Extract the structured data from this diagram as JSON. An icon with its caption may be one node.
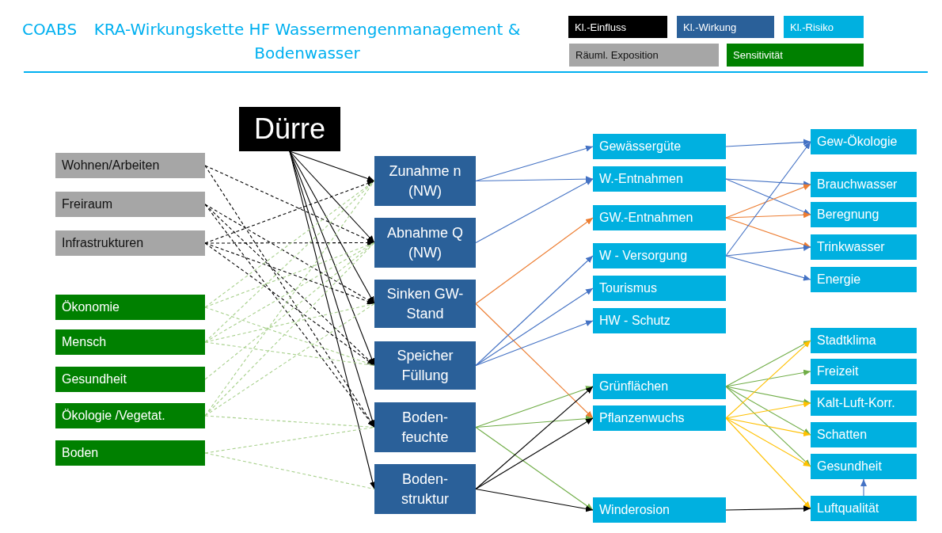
{
  "diagram": {
    "title": "KRA-Wirkungskette HF Wassermengenmanagement & Bodenwasser",
    "nodes": [
      {
        "text": [
          "Dürre"
        ]
      },
      {
        "text": [
          "Wohnen/Arbeiten"
        ]
      },
      {
        "text": [
          "Freiraum"
        ]
      },
      {
        "text": [
          "Infrastrukturen"
        ]
      },
      {
        "text": [
          "Ökonomie"
        ]
      },
      {
        "text": [
          "Mensch"
        ]
      },
      {
        "text": [
          "Gesundheit"
        ]
      },
      {
        "text": [
          "Ökologie /Vegetat."
        ]
      },
      {
        "text": [
          "Boden"
        ]
      },
      {
        "text": [
          "Zunahme n (NW)"
        ]
      },
      {
        "text": [
          "Abnahme Q (NW)"
        ]
      },
      {
        "text": [
          "Sinken GW-Stand"
        ]
      },
      {
        "text": [
          "Speicher Füllung"
        ]
      },
      {
        "text": [
          "Boden-feuchte"
        ]
      },
      {
        "text": [
          "Boden-struktur"
        ]
      },
      {
        "text": [
          "Gewässergüte"
        ]
      },
      {
        "text": [
          "W.-Entnahmen"
        ]
      },
      {
        "text": [
          "GW.-Entnahmen"
        ]
      },
      {
        "text": [
          "W - Versorgung"
        ]
      },
      {
        "text": [
          "Tourismus"
        ]
      },
      {
        "text": [
          "HW - Schutz"
        ]
      },
      {
        "text": [
          "Grünflächen"
        ]
      },
      {
        "text": [
          "Pflanzenwuchs"
        ]
      },
      {
        "text": [
          "Winderosion"
        ]
      },
      {
        "text": [
          "Gew-Ökologie"
        ]
      },
      {
        "text": [
          "Brauchwasser"
        ]
      },
      {
        "text": [
          "Beregnung"
        ]
      },
      {
        "text": [
          "Trinkwasser"
        ]
      },
      {
        "text": [
          "Energie"
        ]
      },
      {
        "text": [
          "Stadtklima"
        ]
      },
      {
        "text": [
          "Freizeit"
        ]
      },
      {
        "text": [
          "Kalt-Luft-Korr."
        ]
      },
      {
        "text": [
          "Schatten"
        ]
      },
      {
        "text": [
          "Gesundheit"
        ]
      },
      {
        "text": [
          "Luftqualität"
        ]
      }
    ],
    "edges": [
      {
        "from": 0,
        "to": 9,
        "arrow": "to"
      },
      {
        "from": 0,
        "to": 10,
        "arrow": "to"
      },
      {
        "from": 0,
        "to": 11,
        "arrow": "to"
      },
      {
        "from": 0,
        "to": 12,
        "arrow": "to"
      },
      {
        "from": 0,
        "to": 13,
        "arrow": "to"
      },
      {
        "from": 0,
        "to": 14,
        "arrow": "to"
      },
      {
        "from": 1,
        "to": 10,
        "arrow": "to",
        "style": "dashed"
      },
      {
        "from": 1,
        "to": 13,
        "arrow": "to",
        "style": "dashed"
      },
      {
        "from": 2,
        "to": 11,
        "arrow": "to",
        "style": "dashed"
      },
      {
        "from": 2,
        "to": 12,
        "arrow": "to",
        "style": "dashed"
      },
      {
        "from": 2,
        "to": 13,
        "arrow": "to",
        "style": "dashed"
      },
      {
        "from": 3,
        "to": 9,
        "arrow": "to",
        "style": "dashed"
      },
      {
        "from": 3,
        "to": 10,
        "arrow": "to",
        "style": "dashed"
      },
      {
        "from": 3,
        "to": 11,
        "arrow": "to",
        "style": "dashed"
      },
      {
        "from": 3,
        "to": 12,
        "arrow": "to",
        "style": "dashed"
      },
      {
        "from": 4,
        "to": 9,
        "arrow": "none",
        "style": "dashed",
        "color": "#a9d18e"
      },
      {
        "from": 4,
        "to": 10,
        "arrow": "none",
        "style": "dashed",
        "color": "#a9d18e"
      },
      {
        "from": 4,
        "to": 12,
        "arrow": "none",
        "style": "dashed",
        "color": "#a9d18e"
      },
      {
        "from": 5,
        "to": 9,
        "arrow": "none",
        "style": "dashed",
        "color": "#a9d18e"
      },
      {
        "from": 5,
        "to": 10,
        "arrow": "none",
        "style": "dashed",
        "color": "#a9d18e"
      },
      {
        "from": 5,
        "to": 11,
        "arrow": "none",
        "style": "dashed",
        "color": "#a9d18e"
      },
      {
        "from": 5,
        "to": 12,
        "arrow": "none",
        "style": "dashed",
        "color": "#a9d18e"
      },
      {
        "from": 6,
        "to": 10,
        "arrow": "none",
        "style": "dashed",
        "color": "#a9d18e"
      },
      {
        "from": 7,
        "to": 9,
        "arrow": "none",
        "style": "dashed",
        "color": "#a9d18e"
      },
      {
        "from": 7,
        "to": 10,
        "arrow": "none",
        "style": "dashed",
        "color": "#a9d18e"
      },
      {
        "from": 7,
        "to": 11,
        "arrow": "none",
        "style": "dashed",
        "color": "#a9d18e"
      },
      {
        "from": 7,
        "to": 13,
        "arrow": "none",
        "style": "dashed",
        "color": "#a9d18e"
      },
      {
        "from": 8,
        "to": 13,
        "arrow": "none",
        "style": "dashed",
        "color": "#a9d18e"
      },
      {
        "from": 8,
        "to": 14,
        "arrow": "none",
        "style": "dashed",
        "color": "#a9d18e"
      },
      {
        "from": 9,
        "to": 15,
        "arrow": "to",
        "color": "#4472c4"
      },
      {
        "from": 9,
        "to": 16,
        "arrow": "to",
        "color": "#4472c4"
      },
      {
        "from": 10,
        "to": 16,
        "arrow": "to",
        "color": "#4472c4"
      },
      {
        "from": 11,
        "to": 17,
        "arrow": "to",
        "color": "#ed7d31"
      },
      {
        "from": 11,
        "to": 22,
        "arrow": "to",
        "color": "#ed7d31"
      },
      {
        "from": 12,
        "to": 18,
        "arrow": "to",
        "color": "#4472c4"
      },
      {
        "from": 12,
        "to": 19,
        "arrow": "to",
        "color": "#4472c4"
      },
      {
        "from": 12,
        "to": 20,
        "arrow": "to",
        "color": "#4472c4"
      },
      {
        "from": 13,
        "to": 21,
        "arrow": "to",
        "color": "#70ad47"
      },
      {
        "from": 13,
        "to": 22,
        "arrow": "to",
        "color": "#70ad47"
      },
      {
        "from": 13,
        "to": 23,
        "arrow": "to",
        "color": "#70ad47"
      },
      {
        "from": 14,
        "to": 21,
        "arrow": "to"
      },
      {
        "from": 14,
        "to": 22,
        "arrow": "to"
      },
      {
        "from": 14,
        "to": 23,
        "arrow": "to"
      },
      {
        "from": 15,
        "to": 24,
        "arrow": "to",
        "color": "#4472c4"
      },
      {
        "from": 16,
        "to": 25,
        "arrow": "to",
        "color": "#4472c4"
      },
      {
        "from": 16,
        "to": 26,
        "arrow": "to",
        "color": "#4472c4"
      },
      {
        "from": 17,
        "to": 25,
        "arrow": "to",
        "color": "#ed7d31"
      },
      {
        "from": 17,
        "to": 26,
        "arrow": "to",
        "color": "#ed7d31"
      },
      {
        "from": 17,
        "to": 27,
        "arrow": "to",
        "color": "#ed7d31"
      },
      {
        "from": 18,
        "to": 24,
        "arrow": "to",
        "color": "#4472c4"
      },
      {
        "from": 18,
        "to": 27,
        "arrow": "to",
        "color": "#4472c4"
      },
      {
        "from": 18,
        "to": 28,
        "arrow": "to",
        "color": "#4472c4"
      },
      {
        "from": 21,
        "to": 29,
        "arrow": "to",
        "color": "#70ad47"
      },
      {
        "from": 21,
        "to": 30,
        "arrow": "to",
        "color": "#70ad47"
      },
      {
        "from": 21,
        "to": 31,
        "arrow": "to",
        "color": "#70ad47"
      },
      {
        "from": 21,
        "to": 32,
        "arrow": "to",
        "color": "#70ad47"
      },
      {
        "from": 21,
        "to": 33,
        "arrow": "to",
        "color": "#70ad47"
      },
      {
        "from": 22,
        "to": 29,
        "arrow": "to",
        "color": "#ffc000"
      },
      {
        "from": 22,
        "to": 31,
        "arrow": "to",
        "color": "#ffc000"
      },
      {
        "from": 22,
        "to": 32,
        "arrow": "to",
        "color": "#ffc000"
      },
      {
        "from": 22,
        "to": 33,
        "arrow": "to",
        "color": "#ffc000"
      },
      {
        "from": 22,
        "to": 34,
        "arrow": "to",
        "color": "#ffc000"
      },
      {
        "from": 23,
        "to": 34,
        "arrow": "to"
      },
      {
        "from": 34,
        "to": 33,
        "arrow": "to",
        "color": "#4472c4"
      }
    ],
    "labels": [
      "COABS"
    ],
    "legend": [
      {
        "text": "Kl.-Einfluss",
        "color": "#000000"
      },
      {
        "text": "Kl.-Wirkung",
        "color": "#2a6099"
      },
      {
        "text": "Kl.-Risiko",
        "color": "#00b0e0"
      },
      {
        "text": "Räuml. Exposition",
        "color": "#a6a6a6"
      },
      {
        "text": "Sensitivität",
        "color": "#008000"
      }
    ]
  }
}
